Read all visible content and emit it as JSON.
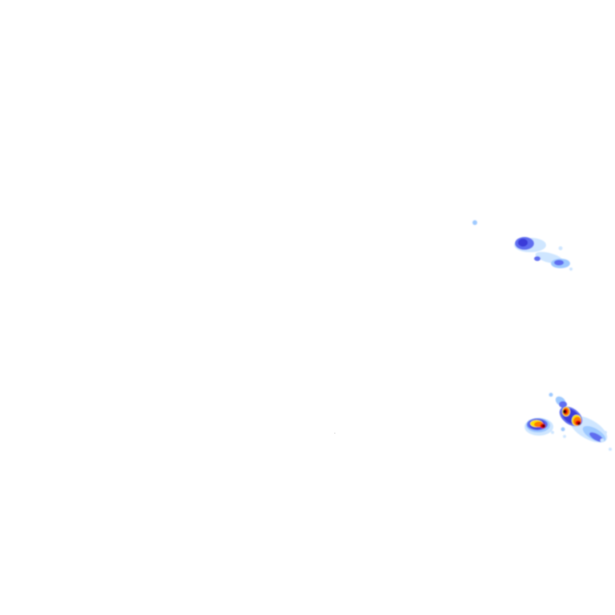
{
  "map": {
    "kind": "weather-radar-overlay",
    "background_color": "#ffffff",
    "legend_visible": false,
    "colors": {
      "very_light": "#cfe6ff",
      "light": "#9ec9ff",
      "moderate": "#5f6df0",
      "heavy": "#3a3ad8",
      "intense_yellow": "#ffe400",
      "intense_orange": "#ff7a00",
      "intense_red": "#e00000",
      "extreme": "#6b0000",
      "core": "#1a0000"
    },
    "echo_regions": [
      {
        "name": "northeast-light-band",
        "intensity": "light"
      },
      {
        "name": "east-storm-cell-west",
        "intensity": "intense"
      },
      {
        "name": "east-storm-cell-east",
        "intensity": "extreme"
      }
    ]
  }
}
